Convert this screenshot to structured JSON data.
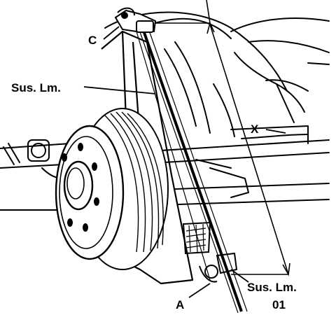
{
  "labels": {
    "c": "C",
    "sus_lm_top": "Sus. Lm.",
    "x": "X",
    "a": "A",
    "sus_lm_bottom_line1": "Sus. Lm.",
    "sus_lm_bottom_line2": "01"
  },
  "colors": {
    "ink": "#000000",
    "paper": "#ffffff"
  }
}
